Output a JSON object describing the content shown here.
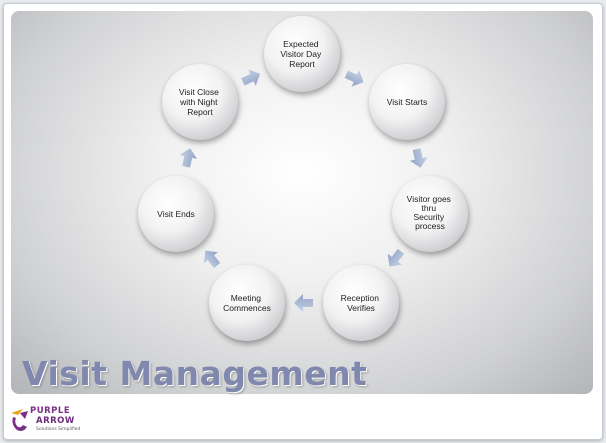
{
  "slide": {
    "title": "Visit Management",
    "colors": {
      "title": "#8089ad",
      "arrow": "#9fb1cf",
      "logo": "#7a2e86"
    }
  },
  "cycle": {
    "nodes": [
      {
        "id": "expected-visitor-day-report",
        "lines": [
          "Expected",
          "Visitor Day",
          "Report"
        ]
      },
      {
        "id": "visit-starts",
        "lines": [
          "Visit Starts"
        ]
      },
      {
        "id": "visitor-goes-thru-security-process",
        "lines": [
          "Visitor goes",
          "thru",
          "Security",
          "process"
        ]
      },
      {
        "id": "reception-verifies",
        "lines": [
          "Reception",
          "Verifies"
        ]
      },
      {
        "id": "meeting-commences",
        "lines": [
          "Meeting",
          "Commences"
        ]
      },
      {
        "id": "visit-ends",
        "lines": [
          "Visit Ends"
        ]
      },
      {
        "id": "visit-close-with-night-report",
        "lines": [
          "Visit Close",
          "with Night",
          "Report"
        ]
      }
    ],
    "arrow_icon": "chevron-arrow-icon"
  },
  "logo": {
    "line1": "PURPLE",
    "line2": "ARROW",
    "tagline": "Solutions Simplified",
    "icon": "purple-arrow-logo-icon"
  }
}
